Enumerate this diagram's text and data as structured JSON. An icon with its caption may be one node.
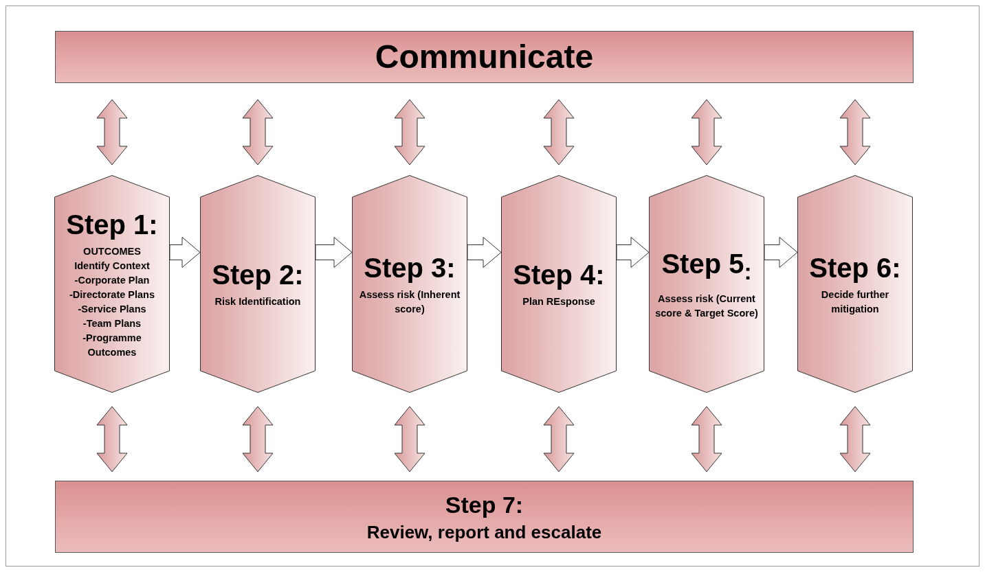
{
  "diagram": {
    "nodes": [
      {
        "text": [
          "Communicate"
        ]
      },
      {
        "text": [
          "Step 1:",
          "OUTCOMES",
          "Identify Context",
          "-Corporate Plan",
          "-Directorate Plans",
          "-Service Plans",
          "-Team Plans",
          "-Programme Outcomes"
        ]
      },
      {
        "text": [
          "Step 2:",
          "Risk Identification"
        ]
      },
      {
        "text": [
          "Step 3:",
          "Assess risk (Inherent score)"
        ]
      },
      {
        "text": [
          "Step 4:",
          "Plan REsponse"
        ]
      },
      {
        "text": [
          "Step 5$_{:}$",
          "Assess risk (Current score & Target Score)"
        ]
      },
      {
        "text": [
          "Step 6:",
          "Decide further mitigation"
        ]
      },
      {
        "text": [
          "Step 7:",
          "Review, report and escalate"
        ]
      }
    ],
    "edges": [
      {
        "from": 0,
        "to": 1,
        "arrow": "both"
      },
      {
        "from": 0,
        "to": 2,
        "arrow": "both"
      },
      {
        "from": 0,
        "to": 3,
        "arrow": "both"
      },
      {
        "from": 0,
        "to": 4,
        "arrow": "both"
      },
      {
        "from": 0,
        "to": 5,
        "arrow": "both"
      },
      {
        "from": 0,
        "to": 6,
        "arrow": "both"
      },
      {
        "from": 1,
        "to": 2,
        "arrow": "to"
      },
      {
        "from": 2,
        "to": 3,
        "arrow": "to"
      },
      {
        "from": 3,
        "to": 4,
        "arrow": "to"
      },
      {
        "from": 4,
        "to": 5,
        "arrow": "to"
      },
      {
        "from": 5,
        "to": 6,
        "arrow": "to"
      },
      {
        "from": 1,
        "to": 7,
        "arrow": "both"
      },
      {
        "from": 2,
        "to": 7,
        "arrow": "both"
      },
      {
        "from": 3,
        "to": 7,
        "arrow": "both"
      },
      {
        "from": 4,
        "to": 7,
        "arrow": "both"
      },
      {
        "from": 5,
        "to": 7,
        "arrow": "both"
      },
      {
        "from": 6,
        "to": 7,
        "arrow": "both"
      }
    ]
  }
}
